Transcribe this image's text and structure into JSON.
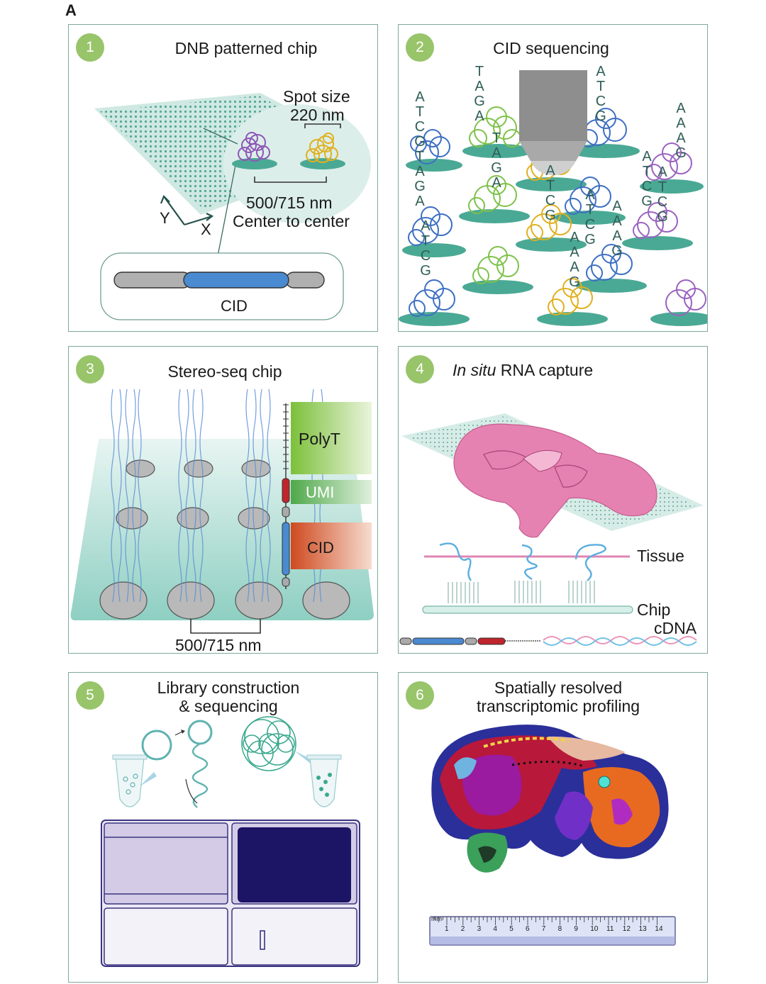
{
  "figure_label": "A",
  "colors": {
    "panel_border": "#7ea99d",
    "step_badge": "#98c46a",
    "teal_surface": "#7cc7b7",
    "dnb_blue": "#3d6fc4",
    "dnb_green": "#7ec24a",
    "dnb_yellow": "#e0b020",
    "dnb_purple": "#9a62c0",
    "cid_bar": "#4a8ad0",
    "umi_bar": "#c0242c",
    "library_dark": "#1c1464",
    "library_light": "#d4cce6"
  },
  "panels": [
    {
      "number": "1",
      "title": "DNB patterned chip",
      "spot_size_line1": "Spot size",
      "spot_size_line2": "220 nm",
      "pitch_line1": "500/715 nm",
      "pitch_line2": "Center to center",
      "axis_y": "Y",
      "axis_x": "X",
      "barcode_label": "CID"
    },
    {
      "number": "2",
      "title": "CID sequencing",
      "base_columns": [
        [
          "A",
          "T",
          "C",
          "G",
          "T",
          "A",
          "G",
          "A"
        ],
        [
          "T",
          "A",
          "G",
          "A"
        ],
        [
          "T",
          "A",
          "G",
          "A"
        ],
        [
          "A",
          "T",
          "C",
          "G"
        ],
        [
          "A",
          "T",
          "C",
          "G"
        ],
        [
          "A",
          "T",
          "C",
          "G"
        ],
        [
          "A",
          "T",
          "C",
          "G"
        ],
        [
          "A",
          "T",
          "C",
          "G"
        ],
        [
          "A",
          "A",
          "A",
          "G"
        ],
        [
          "A",
          "A",
          "A",
          "G"
        ],
        [
          "A",
          "A",
          "A",
          "G"
        ],
        [
          "A",
          "T",
          "C",
          "G"
        ]
      ]
    },
    {
      "number": "3",
      "title": "Stereo-seq chip",
      "seg_polyt": "PolyT",
      "seg_umi": "UMI",
      "seg_cid": "CID",
      "pitch": "500/715 nm"
    },
    {
      "number": "4",
      "title_italic": "In situ",
      "title_rest": " RNA capture",
      "tissue_label": "Tissue",
      "chip_label": "Chip",
      "cdna_label": "cDNA"
    },
    {
      "number": "5",
      "title_line1": "Library construction",
      "title_line2": "& sequencing"
    },
    {
      "number": "6",
      "title_line1": "Spatially resolved",
      "title_line2": "transcriptomic profiling",
      "ruler_unit": "mm",
      "ruler_ticks": [
        "1",
        "2",
        "3",
        "4",
        "5",
        "6",
        "7",
        "8",
        "9",
        "10",
        "11",
        "12",
        "13",
        "14"
      ]
    }
  ]
}
